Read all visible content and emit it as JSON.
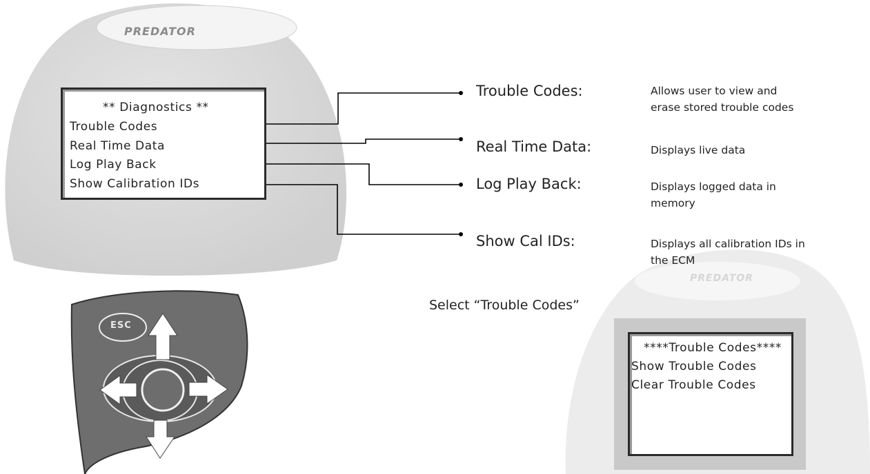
{
  "device": {
    "logo_text": "PREDATOR",
    "screen": {
      "title": "** Diagnostics **",
      "items": [
        "Trouble Codes",
        "Real Time Data",
        "Log Play Back",
        "Show Calibration IDs"
      ]
    },
    "keypad": {
      "esc_label": "ESC",
      "buttons": [
        "esc",
        "up-arrow",
        "down-arrow",
        "left-arrow",
        "right-arrow",
        "center"
      ]
    }
  },
  "features": [
    {
      "name": "Trouble Codes:",
      "description": "Allows user to view and erase stored trouble codes"
    },
    {
      "name": "Real Time Data:",
      "description": "Displays live data"
    },
    {
      "name": "Log Play Back:",
      "description": "Displays logged data in memory"
    },
    {
      "name": "Show Cal IDs:",
      "description": "Displays all calibration IDs in the ECM"
    }
  ],
  "instruction": "Select “Trouble Codes”",
  "submenu": {
    "logo_text": "PREDATOR",
    "title": "****Trouble Codes****",
    "items": [
      "Show Trouble Codes",
      "Clear Trouble Codes"
    ]
  },
  "colors": {
    "device_body": "#d9d9d9",
    "keypad": "#6f6f6f",
    "keypad_button": "#ffffff",
    "connector_line": "#000000"
  }
}
